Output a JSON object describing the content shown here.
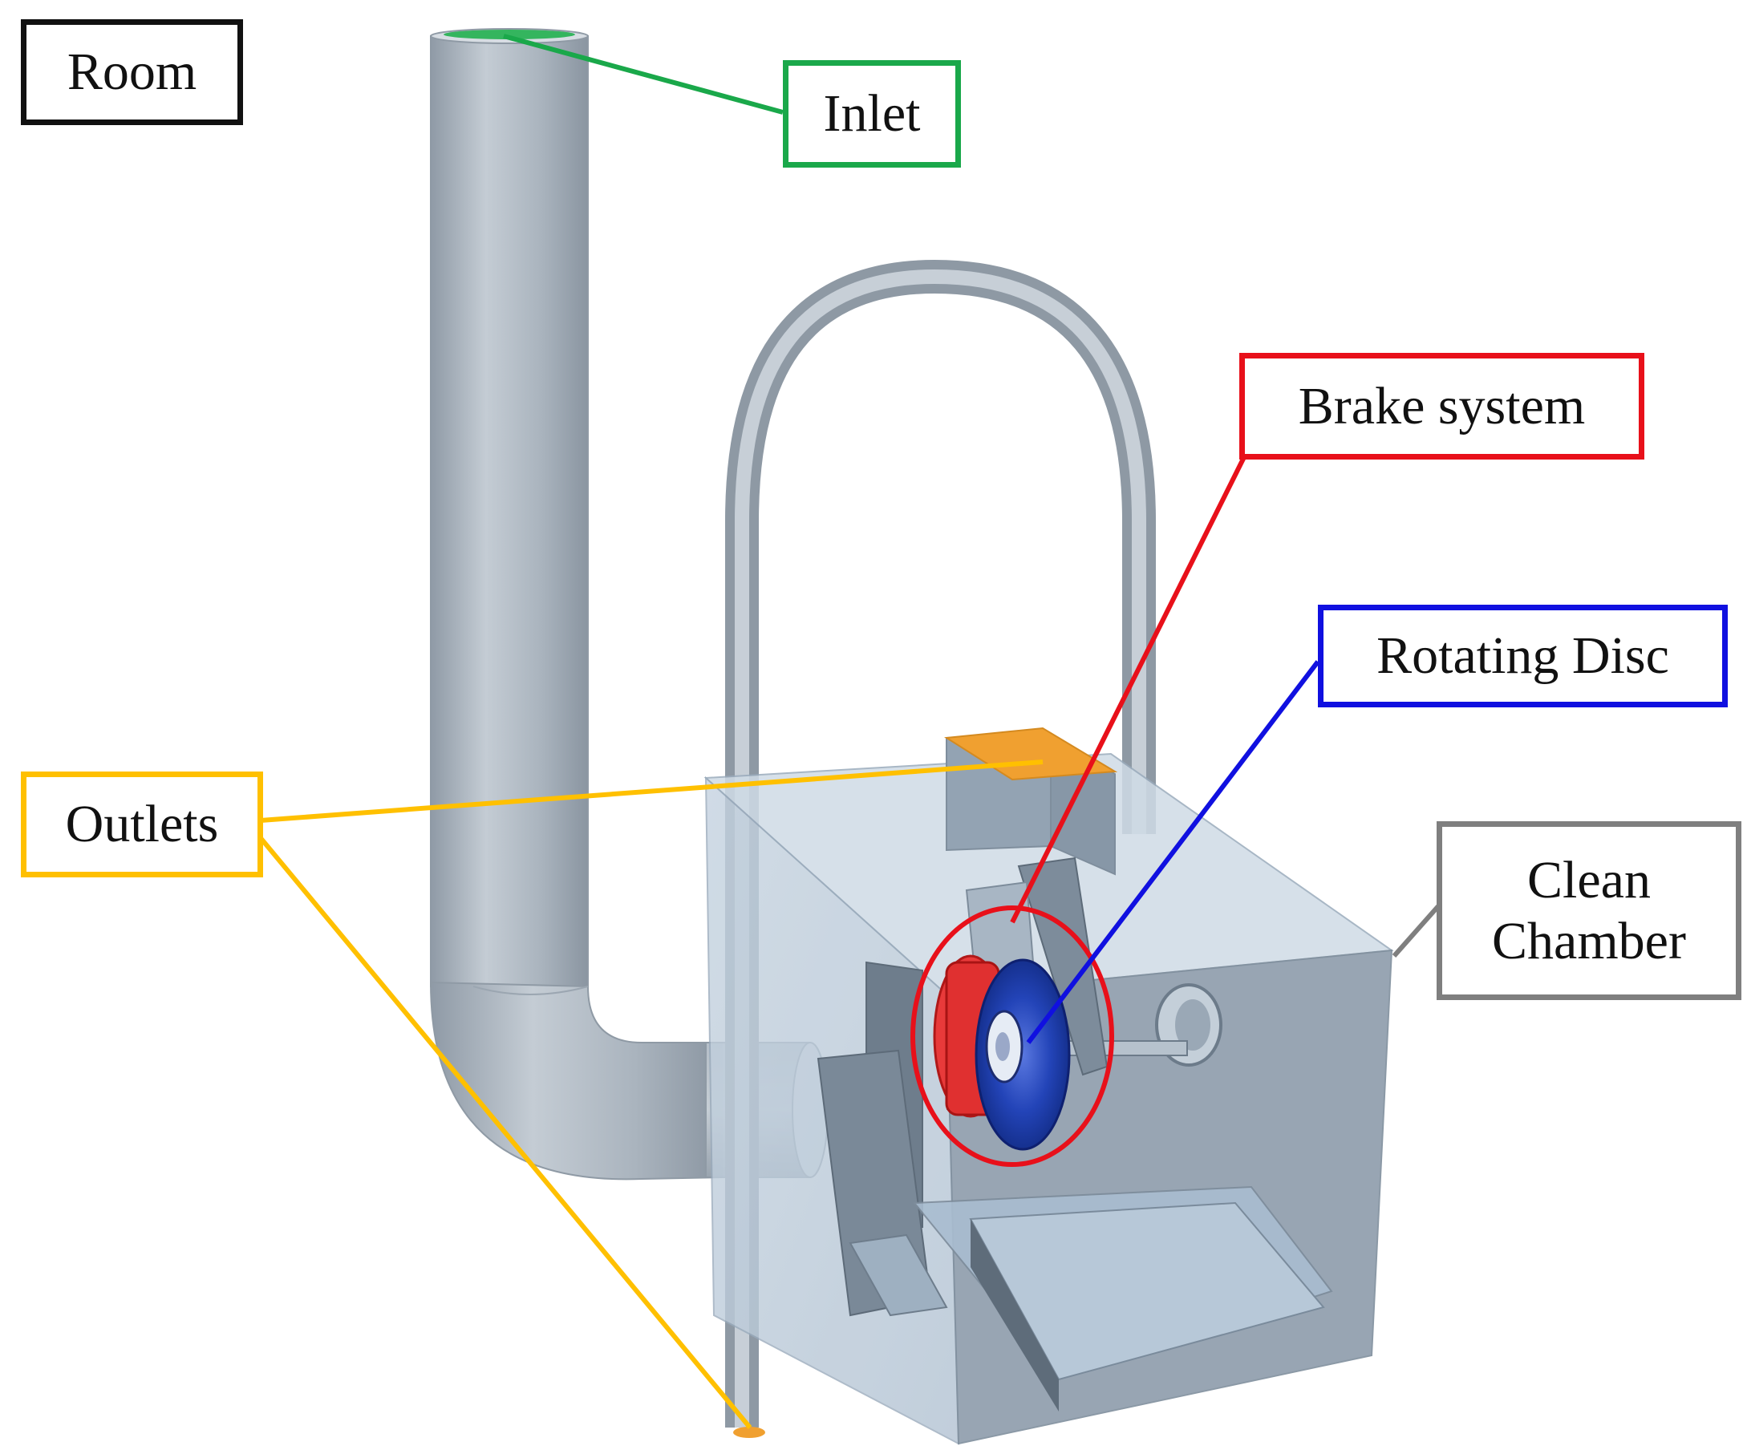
{
  "labels": {
    "room": "Room",
    "inlet": "Inlet",
    "brake_system": "Brake system",
    "rotating_disc": "Rotating Disc",
    "outlets": "Outlets",
    "clean_chamber_line1": "Clean",
    "clean_chamber_line2": "Chamber"
  },
  "colors": {
    "room": "#111111",
    "inlet": "#1aa84a",
    "brake_system": "#e8101a",
    "rotating_disc": "#1010e0",
    "outlets": "#ffc000",
    "clean_chamber": "#7f7f7f",
    "duct": "#a9b4c0",
    "chamber": "#b9cad9",
    "outlet_patch": "#f0a030",
    "brake_caliper": "#e83a3a",
    "disc": "#1f3fb0"
  }
}
